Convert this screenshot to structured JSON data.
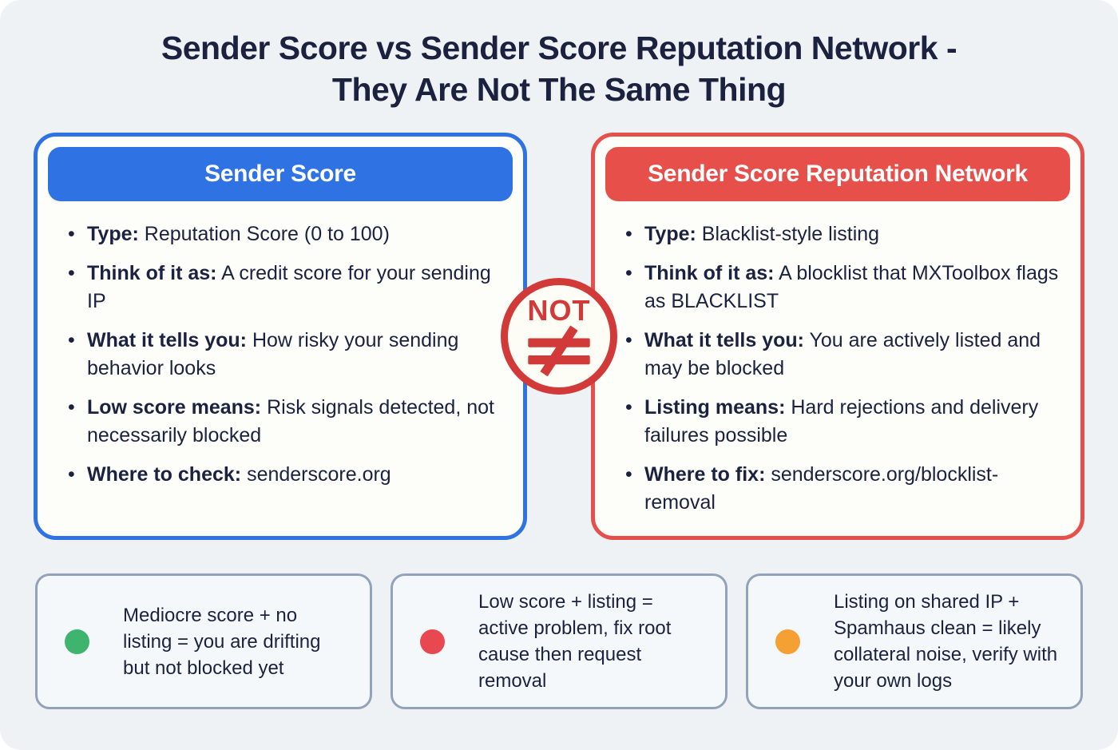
{
  "title": {
    "line1": "Sender Score vs Sender Score Reputation Network -",
    "line2": "They Are Not The Same Thing"
  },
  "cards": {
    "left": {
      "title": "Sender Score",
      "accent_color": "#2e72e4",
      "bullets": [
        {
          "label": "Type:",
          "text": "Reputation Score (0 to 100)"
        },
        {
          "label": "Think of it as:",
          "text": "A credit score for your sending IP"
        },
        {
          "label": "What it tells you:",
          "text": "How risky your sending behavior looks"
        },
        {
          "label": "Low score means:",
          "text": "Risk signals detected, not necessarily blocked"
        },
        {
          "label": "Where to check:",
          "text": "senderscore.org"
        }
      ]
    },
    "right": {
      "title": "Sender Score Reputation Network",
      "accent_color": "#e74f4b",
      "bullets": [
        {
          "label": "Type:",
          "text": "Blacklist-style listing"
        },
        {
          "label": "Think of it as:",
          "text": "A blocklist that MXToolbox flags as BLACKLIST"
        },
        {
          "label": "What it tells you:",
          "text": "You are actively listed and may be blocked"
        },
        {
          "label": "Listing means:",
          "text": "Hard rejections and delivery failures possible"
        },
        {
          "label": "Where to fix:",
          "text": "senderscore.org/blocklist-removal"
        }
      ]
    }
  },
  "badge": {
    "label": "NOT",
    "symbol": "not-equal-sign",
    "color": "#d13a38"
  },
  "notes": [
    {
      "dot": "green",
      "dot_color": "#3eb46e",
      "text": "Mediocre score + no listing = you are drifting but not blocked yet"
    },
    {
      "dot": "red",
      "dot_color": "#e8484f",
      "text": "Low score + listing = active problem, fix root cause then request removal"
    },
    {
      "dot": "orange",
      "dot_color": "#f5a033",
      "text": "Listing on shared IP + Spamhaus clean = likely collateral noise, verify with your own logs"
    }
  ]
}
